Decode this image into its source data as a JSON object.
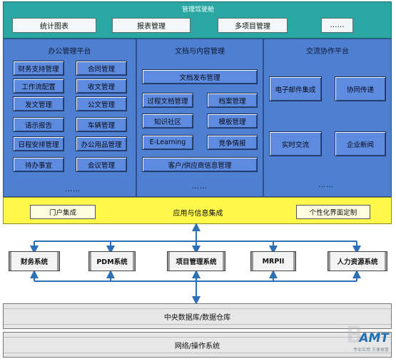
{
  "cockpit": {
    "title": "管理驾驶舱",
    "buttons": [
      "统计图表",
      "报表管理",
      "多项目管理",
      "……"
    ]
  },
  "office_platform": {
    "title": "办公管理平台",
    "left_items": [
      "财务支持管理",
      "工作流配置",
      "发文管理",
      "请示报告",
      "日程安排管理",
      "待办事宜"
    ],
    "right_items": [
      "合同管理",
      "收文管理",
      "公文管理",
      "车辆管理",
      "办公用品管理",
      "会议管理"
    ],
    "ellipsis": "……"
  },
  "document_platform": {
    "title": "文档与内容管理",
    "publish": "文档发布管理",
    "left_items": [
      "过程文档管理",
      "知识社区",
      "E-Learning"
    ],
    "right_items": [
      "档案管理",
      "模板管理",
      "竞争情报"
    ],
    "customer": "客户/供应商信息管理",
    "ellipsis": "……"
  },
  "collab_platform": {
    "title": "交流协作平台",
    "items": [
      "电子邮件集成",
      "协同传递",
      "实时交流",
      "企业新闻"
    ],
    "ellipsis": "……"
  },
  "integration": {
    "left": "门户集成",
    "center": "应用与信息集成",
    "right": "个性化界面定制"
  },
  "systems": [
    "财务系统",
    "PDM系统",
    "项目管理系统",
    "MRPII",
    "人力资源系统"
  ],
  "database": "中央数据库/数据仓库",
  "network": "网络/操作系统",
  "watermark": {
    "logo": "AMT",
    "sub": "专业实用 方便易管"
  },
  "colors": {
    "cockpit": "#2aa7a3",
    "platform": "#4f7fd0",
    "integration": "#fff84a",
    "arrow": "#2f6fb5"
  }
}
